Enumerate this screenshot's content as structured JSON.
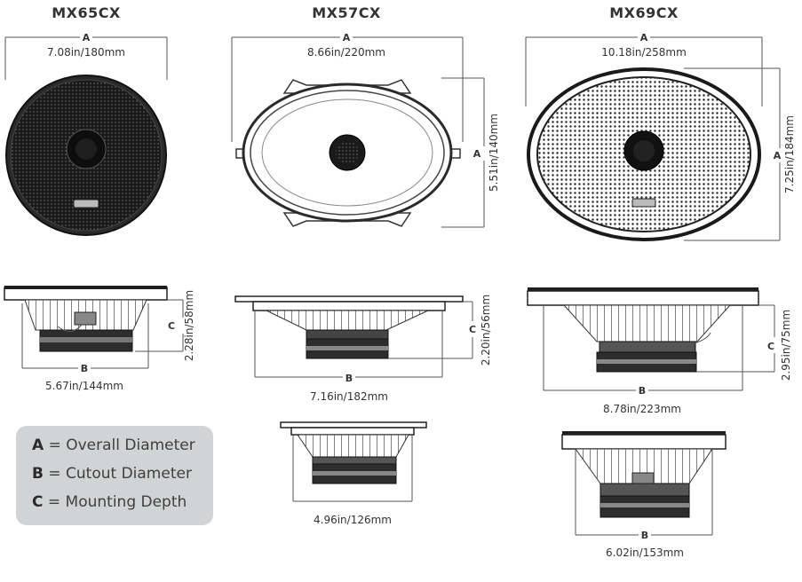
{
  "models": [
    {
      "title": "MX65CX",
      "a_letter": "A",
      "a_value": "7.08in/180mm",
      "b_letter": "B",
      "b_value": "5.67in/144mm",
      "c_letter": "C",
      "c_value": "2.28in/58mm"
    },
    {
      "title": "MX57CX",
      "a_letter": "A",
      "a_value": "8.66in/220mm",
      "a2_letter": "A",
      "a2_value": "5.51in/140mm",
      "b_letter": "B",
      "b_value": "7.16in/182mm",
      "c_letter": "C",
      "c_value": "2.20in/56mm",
      "b2_value": "4.96in/126mm"
    },
    {
      "title": "MX69CX",
      "a_letter": "A",
      "a_value": "10.18in/258mm",
      "a2_letter": "A",
      "a2_value": "7.25in/184mm",
      "b_letter": "B",
      "b_value": "8.78in/223mm",
      "c_letter": "C",
      "c_value": "2.95in/75mm",
      "b2_letter": "B",
      "b2_value": "6.02in/153mm"
    }
  ],
  "legend": [
    {
      "key": "A",
      "text": " = Overall Diameter"
    },
    {
      "key": "B",
      "text": " = Cutout Diameter"
    },
    {
      "key": "C",
      "text": " = Mounting Depth"
    }
  ]
}
